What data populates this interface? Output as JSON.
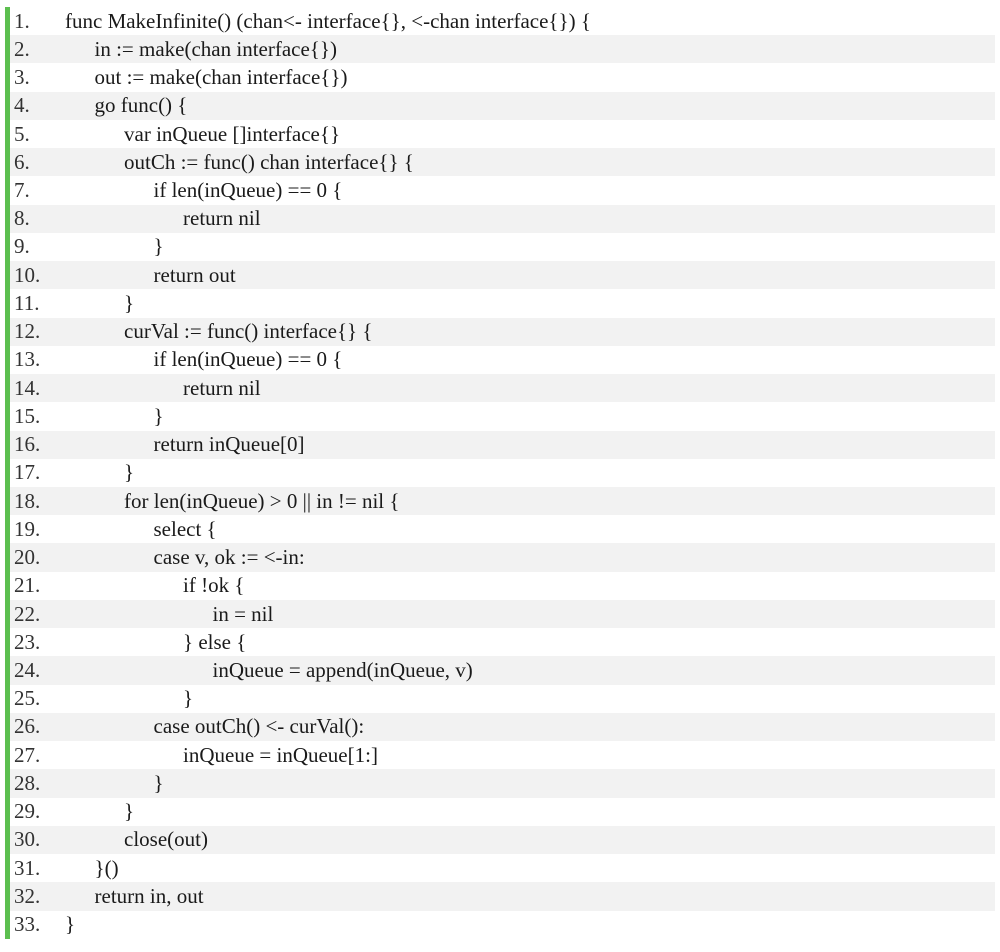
{
  "code": {
    "lines": [
      {
        "number": "1.",
        "indent": 0,
        "text": "func MakeInfinite() (chan<- interface{}, <-chan interface{}) {"
      },
      {
        "number": "2.",
        "indent": 1,
        "text": "in := make(chan interface{})"
      },
      {
        "number": "3.",
        "indent": 1,
        "text": "out := make(chan interface{})"
      },
      {
        "number": "4.",
        "indent": 1,
        "text": "go func() {"
      },
      {
        "number": "5.",
        "indent": 2,
        "text": "var inQueue []interface{}"
      },
      {
        "number": "6.",
        "indent": 2,
        "text": "outCh := func() chan interface{} {"
      },
      {
        "number": "7.",
        "indent": 3,
        "text": "if len(inQueue) == 0 {"
      },
      {
        "number": "8.",
        "indent": 4,
        "text": "return nil"
      },
      {
        "number": "9.",
        "indent": 3,
        "text": "}"
      },
      {
        "number": "10.",
        "indent": 3,
        "text": "return out"
      },
      {
        "number": "11.",
        "indent": 2,
        "text": "}"
      },
      {
        "number": "12.",
        "indent": 2,
        "text": "curVal := func() interface{} {"
      },
      {
        "number": "13.",
        "indent": 3,
        "text": "if len(inQueue) == 0 {"
      },
      {
        "number": "14.",
        "indent": 4,
        "text": "return nil"
      },
      {
        "number": "15.",
        "indent": 3,
        "text": "}"
      },
      {
        "number": "16.",
        "indent": 3,
        "text": "return inQueue[0]"
      },
      {
        "number": "17.",
        "indent": 2,
        "text": "}"
      },
      {
        "number": "18.",
        "indent": 2,
        "text": "for len(inQueue) > 0 || in != nil {"
      },
      {
        "number": "19.",
        "indent": 3,
        "text": "select {"
      },
      {
        "number": "20.",
        "indent": 3,
        "text": "case v, ok := <-in:"
      },
      {
        "number": "21.",
        "indent": 4,
        "text": "if !ok {"
      },
      {
        "number": "22.",
        "indent": 5,
        "text": "in = nil"
      },
      {
        "number": "23.",
        "indent": 4,
        "text": "} else {"
      },
      {
        "number": "24.",
        "indent": 5,
        "text": "inQueue = append(inQueue, v)"
      },
      {
        "number": "25.",
        "indent": 4,
        "text": "}"
      },
      {
        "number": "26.",
        "indent": 3,
        "text": "case outCh() <- curVal():"
      },
      {
        "number": "27.",
        "indent": 4,
        "text": "inQueue = inQueue[1:]"
      },
      {
        "number": "28.",
        "indent": 3,
        "text": "}"
      },
      {
        "number": "29.",
        "indent": 2,
        "text": "}"
      },
      {
        "number": "30.",
        "indent": 2,
        "text": "close(out)"
      },
      {
        "number": "31.",
        "indent": 1,
        "text": "}()"
      },
      {
        "number": "32.",
        "indent": 1,
        "text": "return in, out"
      },
      {
        "number": "33.",
        "indent": 0,
        "text": "}"
      }
    ]
  },
  "colors": {
    "gutter_bar": "#5cbf4f",
    "stripe": "#f2f2f2",
    "text": "#1a1a1a"
  }
}
